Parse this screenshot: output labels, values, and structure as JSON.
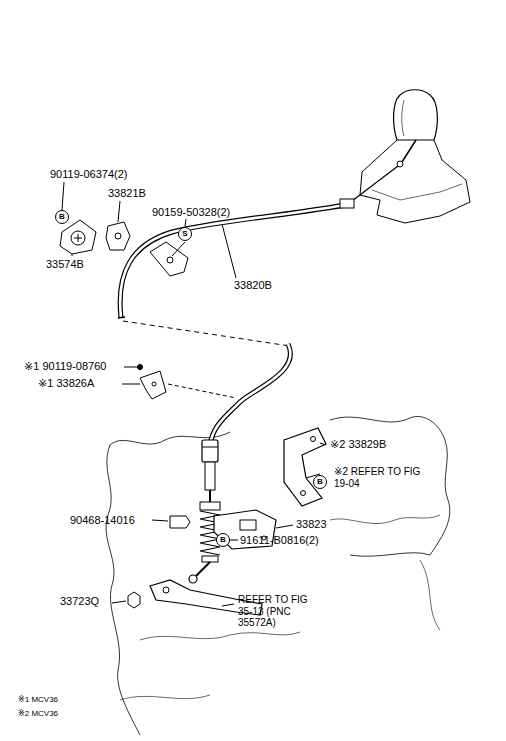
{
  "diagram": {
    "nodes": [
      {
        "text": [
          "B"
        ]
      },
      {
        "text": [
          "S"
        ]
      },
      {
        "text": [
          "B"
        ]
      },
      {
        "text": [
          "B"
        ]
      }
    ],
    "labels": [
      "90119-06374(2)",
      "33821B",
      "90159-50328(2)",
      "33574B",
      "33820B",
      "※1 90119-08760",
      "※1 33826A",
      "※2 33829B",
      "※2 REFER TO FIG 19-04",
      "90468-14016",
      "33823",
      "91611-B0816(2)",
      "33723Q",
      "REFER TO FIG 35-13 (PNC 35572A)",
      "※1 MCV36",
      "※2 MCV36"
    ]
  }
}
